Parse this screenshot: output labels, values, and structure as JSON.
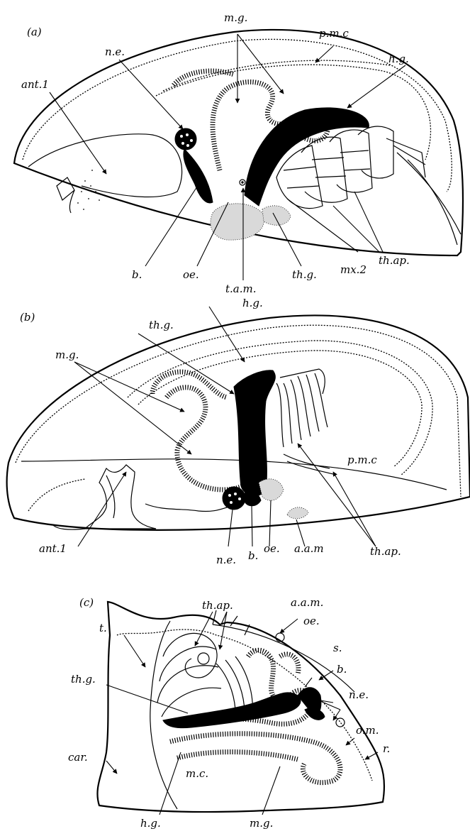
{
  "panel_a": {
    "panel_label": "(a)",
    "labels": {
      "mg": "m.g.",
      "pmc": "p.m.c",
      "ne": "n.e.",
      "hg": "h.g.",
      "ant1": "ant.1",
      "b": "b.",
      "oe": "oe.",
      "tam": "t.a.m.",
      "thg": "th.g.",
      "mx2": "mx.2",
      "thap": "th.ap."
    }
  },
  "panel_b": {
    "panel_label": "(b)",
    "labels": {
      "hg": "h.g.",
      "thg": "th.g.",
      "mg": "m.g.",
      "pmc": "p.m.c",
      "ant1": "ant.1",
      "ne": "n.e.",
      "b": "b.",
      "oe": "oe.",
      "aam": "a.a.m",
      "thap": "th.ap."
    }
  },
  "panel_c": {
    "panel_label": "(c)",
    "labels": {
      "thap": "th.ap.",
      "aam": "a.a.m.",
      "oe": "oe.",
      "t": "t.",
      "s": "s.",
      "b": "b.",
      "thg": "th.g.",
      "ne": "n.e.",
      "om": "o.m.",
      "car": "car.",
      "r": "r.",
      "mc": "m.c.",
      "hg": "h.g.",
      "mg": "m.g."
    }
  }
}
